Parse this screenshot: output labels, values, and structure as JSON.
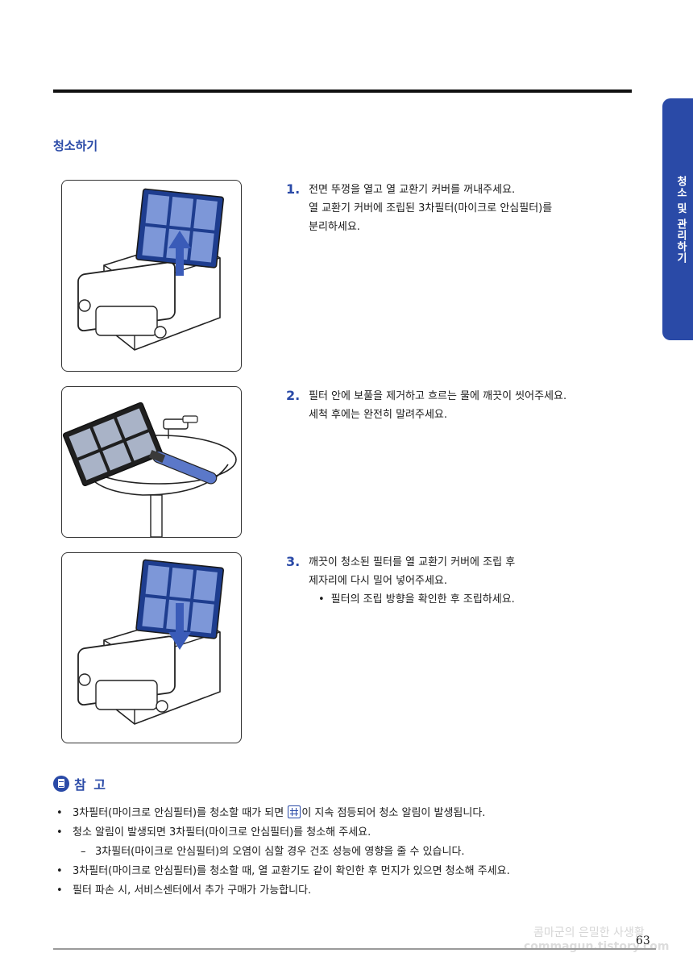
{
  "side_tab": {
    "label": "청소 및 관리하기"
  },
  "section": {
    "title": "청소하기"
  },
  "steps": [
    {
      "number": "1.",
      "lines": [
        "전면 뚜껑을 열고 열 교환기 커버를 꺼내주세요.",
        "열 교환기 커버에 조립된 3차필터(마이크로 안심필터)를",
        "분리하세요."
      ]
    },
    {
      "number": "2.",
      "lines": [
        "필터 안에 보풀을 제거하고 흐르는 물에 깨끗이 씻어주세요.",
        "세척 후에는 완전히 말려주세요."
      ]
    },
    {
      "number": "3.",
      "lines": [
        "깨끗이 청소된 필터를 열 교환기 커버에 조립 후",
        "제자리에 다시 밀어 넣어주세요."
      ],
      "bullet": "필터의 조립 방향을 확인한 후 조립하세요."
    }
  ],
  "note": {
    "title": "참 고",
    "item1_before": "3차필터(마이크로 안심필터)를 청소할 때가 되면 ",
    "item1_after": "이 지속 점등되어 청소 알림이 발생됩니다.",
    "item2": "청소 알림이 발생되면 3차필터(마이크로 안심필터)를 청소해 주세요.",
    "item2_sub": "3차필터(마이크로 안심필터)의 오염이 심할 경우 건조 성능에 영향을 줄 수 있습니다.",
    "item3": "3차필터(마이크로 안심필터)를 청소할 때, 열 교환기도 같이 확인한 후 먼지가 있으면 청소해 주세요.",
    "item4": "필터 파손 시, 서비스센터에서 추가 구매가 가능합니다."
  },
  "footer": {
    "page_number": "63",
    "watermark_line1": "콤마군의 은밀한 사생활",
    "watermark_line2": "commagun.tistory.com"
  },
  "colors": {
    "accent": "#2a4aa7",
    "filter": "#5b78c9",
    "arrow": "#3a5bb8"
  },
  "icons": {
    "note": "note-icon",
    "grid": "filter-grid-icon"
  }
}
